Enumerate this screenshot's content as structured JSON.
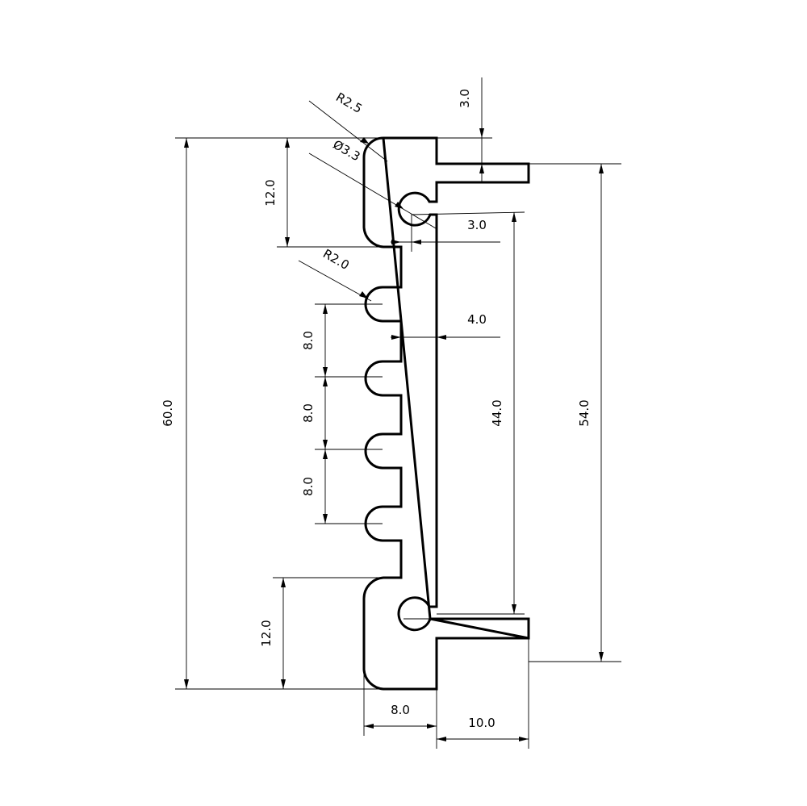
{
  "drawing": {
    "stroke_color": "#000000",
    "background": "#ffffff",
    "dimensions": {
      "overall_height": "60.0",
      "top_section_height": "12.0",
      "bottom_section_height": "12.0",
      "slot_pitch_1": "8.0",
      "slot_pitch_2": "8.0",
      "slot_pitch_3": "8.0",
      "base_width": "8.0",
      "flange_width": "10.0",
      "flange_thickness": "3.0",
      "hole_gap": "3.0",
      "web_thickness": "4.0",
      "inner_height": "44.0",
      "flange_span": "54.0",
      "corner_radius": "R2.5",
      "hole_diameter": "Ø3.3",
      "slot_radius": "R2.0"
    }
  }
}
